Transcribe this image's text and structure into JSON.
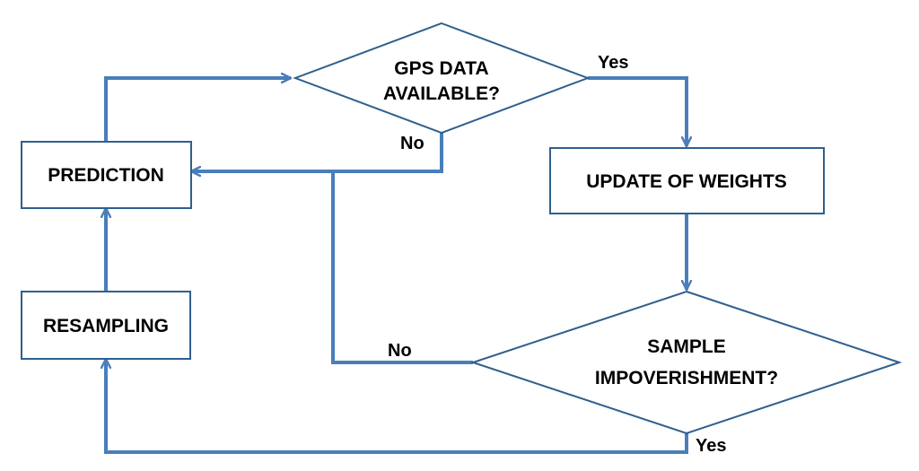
{
  "diagram": {
    "colors": {
      "line": "#4a7ebb",
      "box_border": "#2f5f8f",
      "text": "#000000",
      "background": "#ffffff"
    },
    "nodes": {
      "gps_decision": {
        "line1": "GPS DATA",
        "line2": "AVAILABLE?"
      },
      "prediction": {
        "label": "PREDICTION"
      },
      "update_weights": {
        "label": "UPDATE OF WEIGHTS"
      },
      "resampling": {
        "label": "RESAMPLING"
      },
      "impoverishment_decision": {
        "line1": "SAMPLE",
        "line2": "IMPOVERISHMENT?"
      }
    },
    "edge_labels": {
      "gps_yes": "Yes",
      "gps_no": "No",
      "impoverishment_no": "No",
      "impoverishment_yes": "Yes"
    }
  }
}
